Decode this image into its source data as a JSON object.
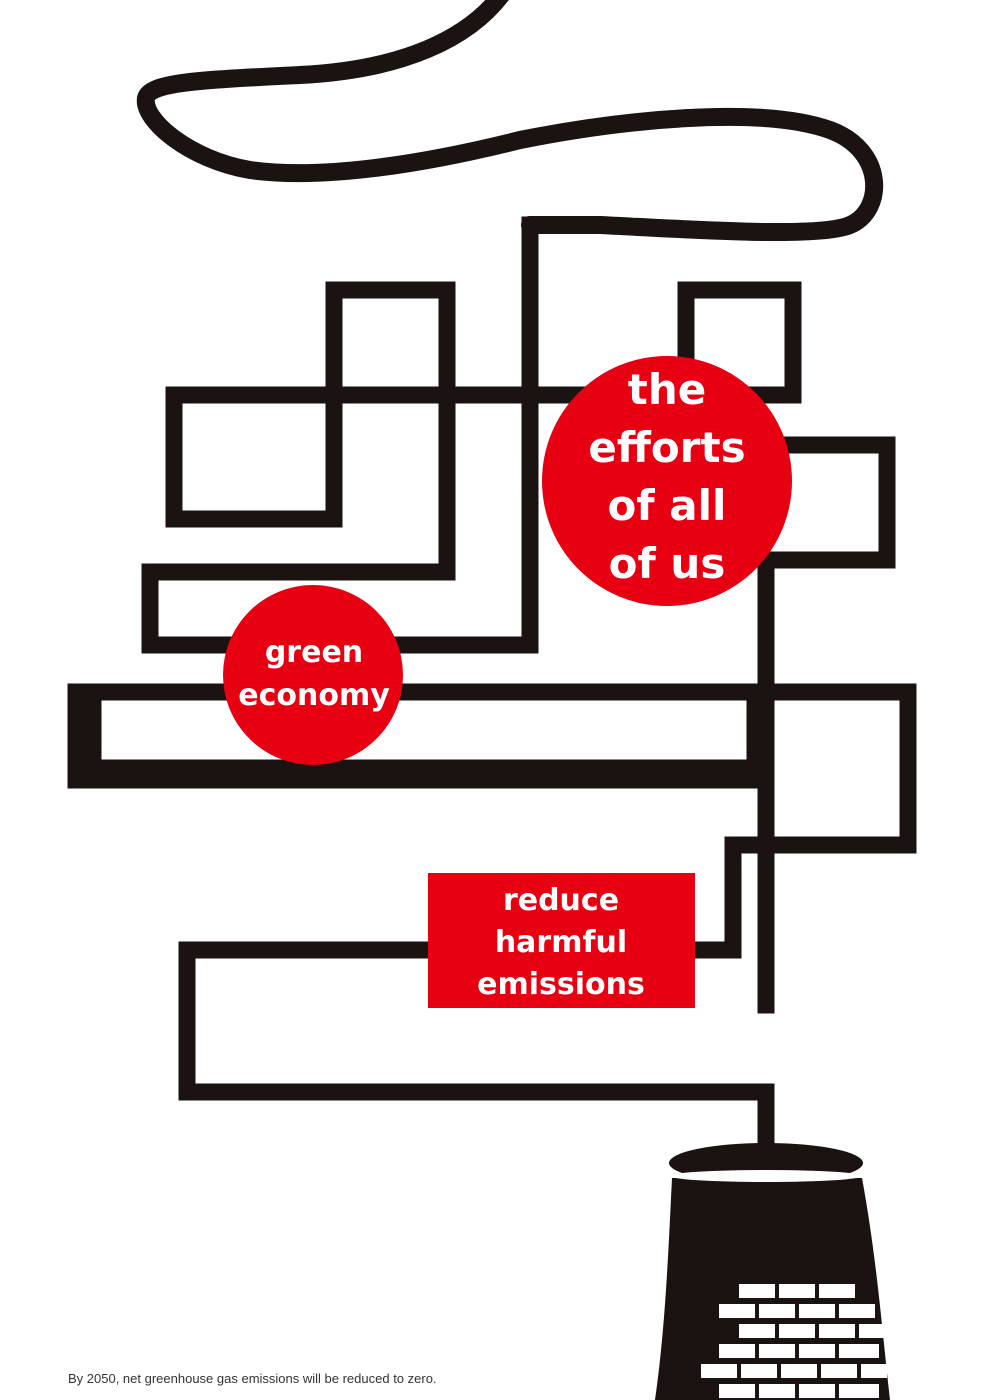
{
  "poster": {
    "bubble_top": {
      "lines": [
        "the",
        "efforts",
        "of all",
        "of us"
      ]
    },
    "bubble_left": {
      "lines": [
        "green",
        "economy"
      ]
    },
    "box_label": {
      "lines": [
        "reduce",
        "harmful",
        "emissions"
      ]
    },
    "footnote": "By 2050, net greenhouse gas emissions will be reduced to zero."
  },
  "colors": {
    "accent": "#e60012",
    "line": "#1a1311",
    "background": "#ffffff"
  },
  "icons": [
    "cooling-tower-icon",
    "brick-wall-icon",
    "smoke-plume-icon"
  ]
}
